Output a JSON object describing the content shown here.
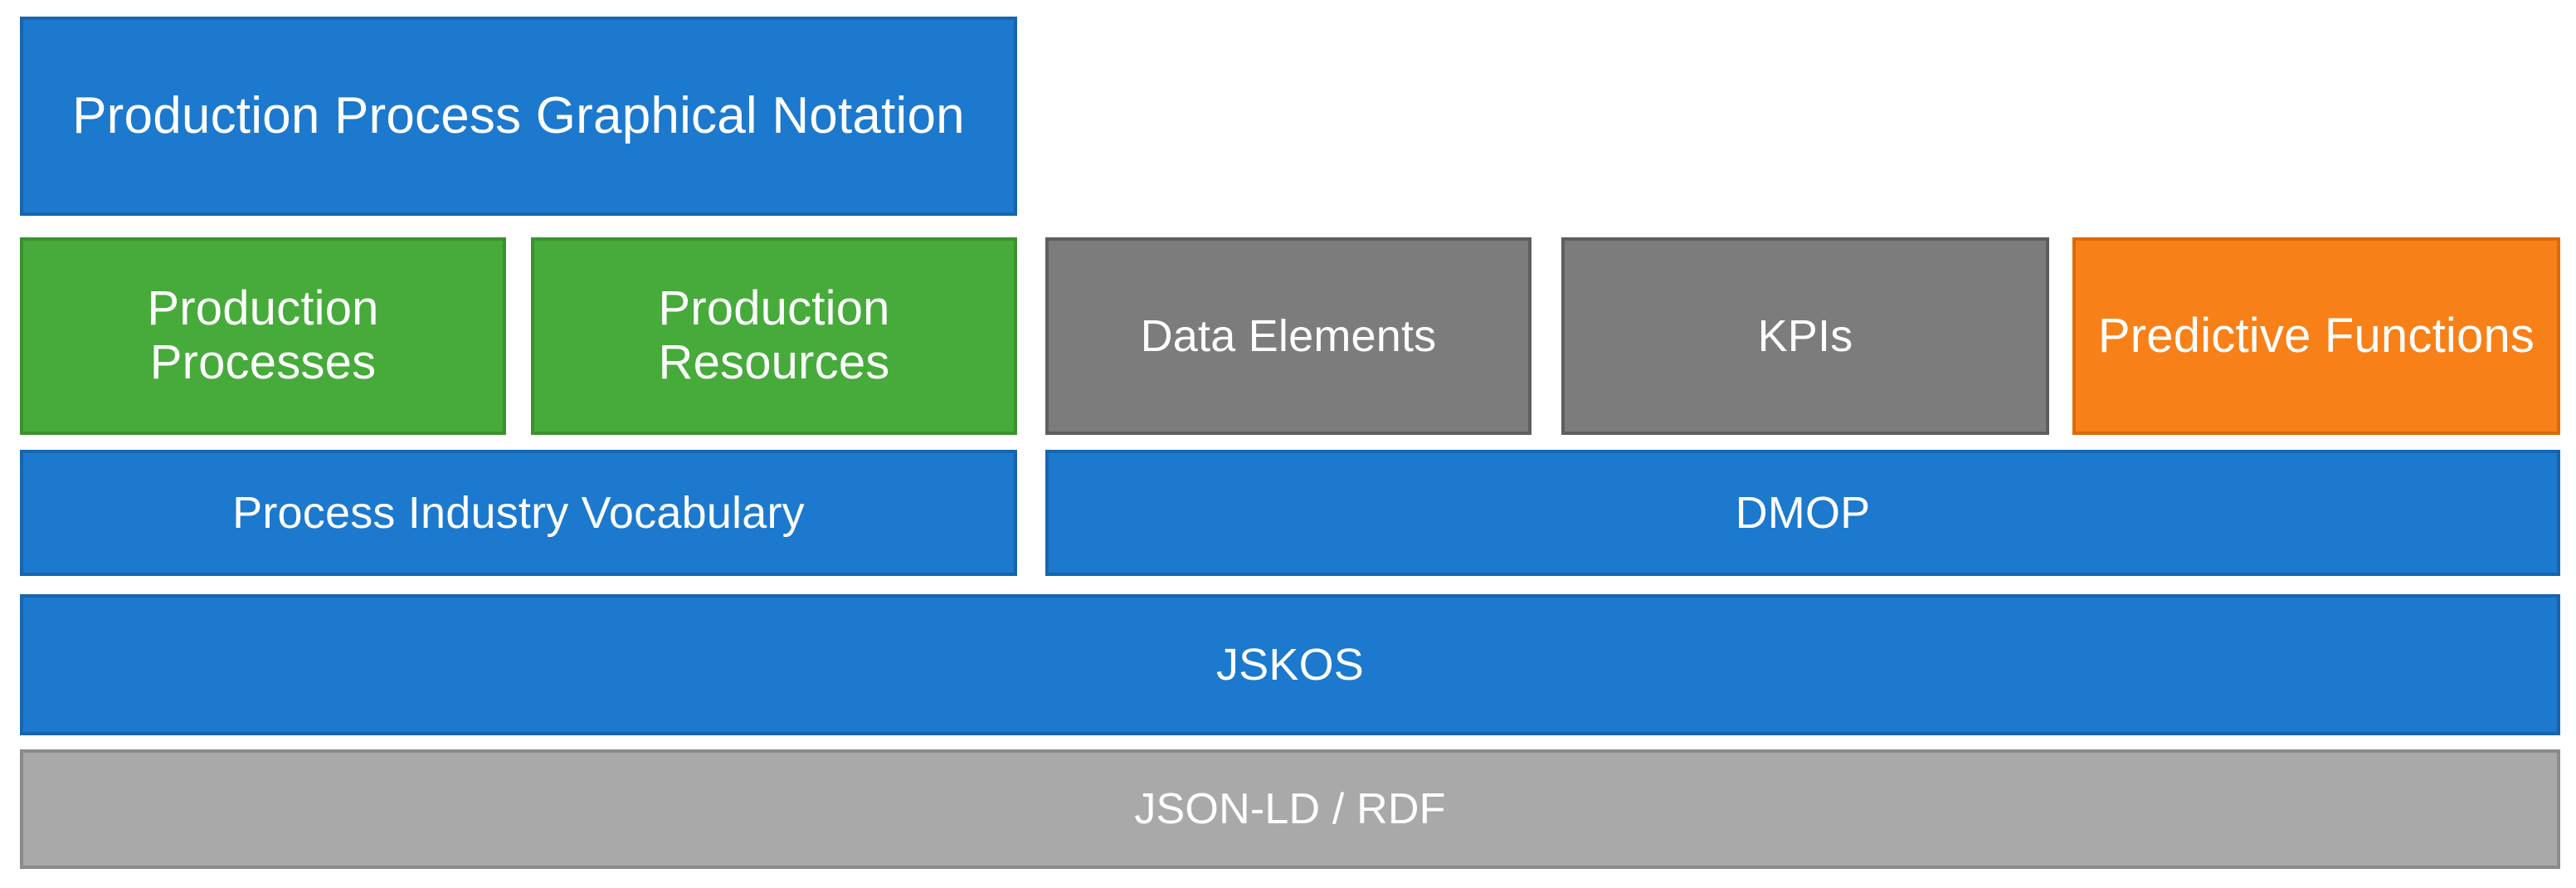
{
  "diagram": {
    "title": "Ontology / Vocabulary Stack Layer Diagram",
    "type": "layered-block-stack",
    "colors": {
      "blue": "#1c79cd",
      "blue_border": "#1665ae",
      "green": "#46ab3a",
      "green_border": "#3b9130",
      "gray": "#7c7c7c",
      "gray_border": "#5e5e5e",
      "orange": "#f88018",
      "orange_border": "#dd6a05",
      "light_gray": "#a9a9a9",
      "light_gray_border": "#8b8b8b",
      "text": "#ffffff",
      "background": "#ffffff"
    }
  },
  "layers": [
    {
      "id": "notation",
      "blocks": [
        {
          "id": "ppgn",
          "label": "Production Process Graphical Notation",
          "color": "blue"
        }
      ]
    },
    {
      "id": "domain",
      "blocks": [
        {
          "id": "production-processes",
          "label": "Production Processes",
          "color": "green"
        },
        {
          "id": "production-resources",
          "label": "Production Resources",
          "color": "green"
        },
        {
          "id": "data-elements",
          "label": "Data Elements",
          "color": "gray"
        },
        {
          "id": "kpis",
          "label": "KPIs",
          "color": "gray"
        },
        {
          "id": "predictive-functions",
          "label": "Predictive Functions",
          "color": "orange"
        }
      ]
    },
    {
      "id": "vocabulary",
      "blocks": [
        {
          "id": "process-industry-vocabulary",
          "label": "Process Industry Vocabulary",
          "color": "blue"
        },
        {
          "id": "dmop",
          "label": "DMOP",
          "color": "blue"
        }
      ]
    },
    {
      "id": "serialization",
      "blocks": [
        {
          "id": "jskos",
          "label": "JSKOS",
          "color": "blue"
        }
      ]
    },
    {
      "id": "foundation",
      "blocks": [
        {
          "id": "json-ld-rdf",
          "label": "JSON-LD / RDF",
          "color": "light_gray"
        }
      ]
    }
  ]
}
